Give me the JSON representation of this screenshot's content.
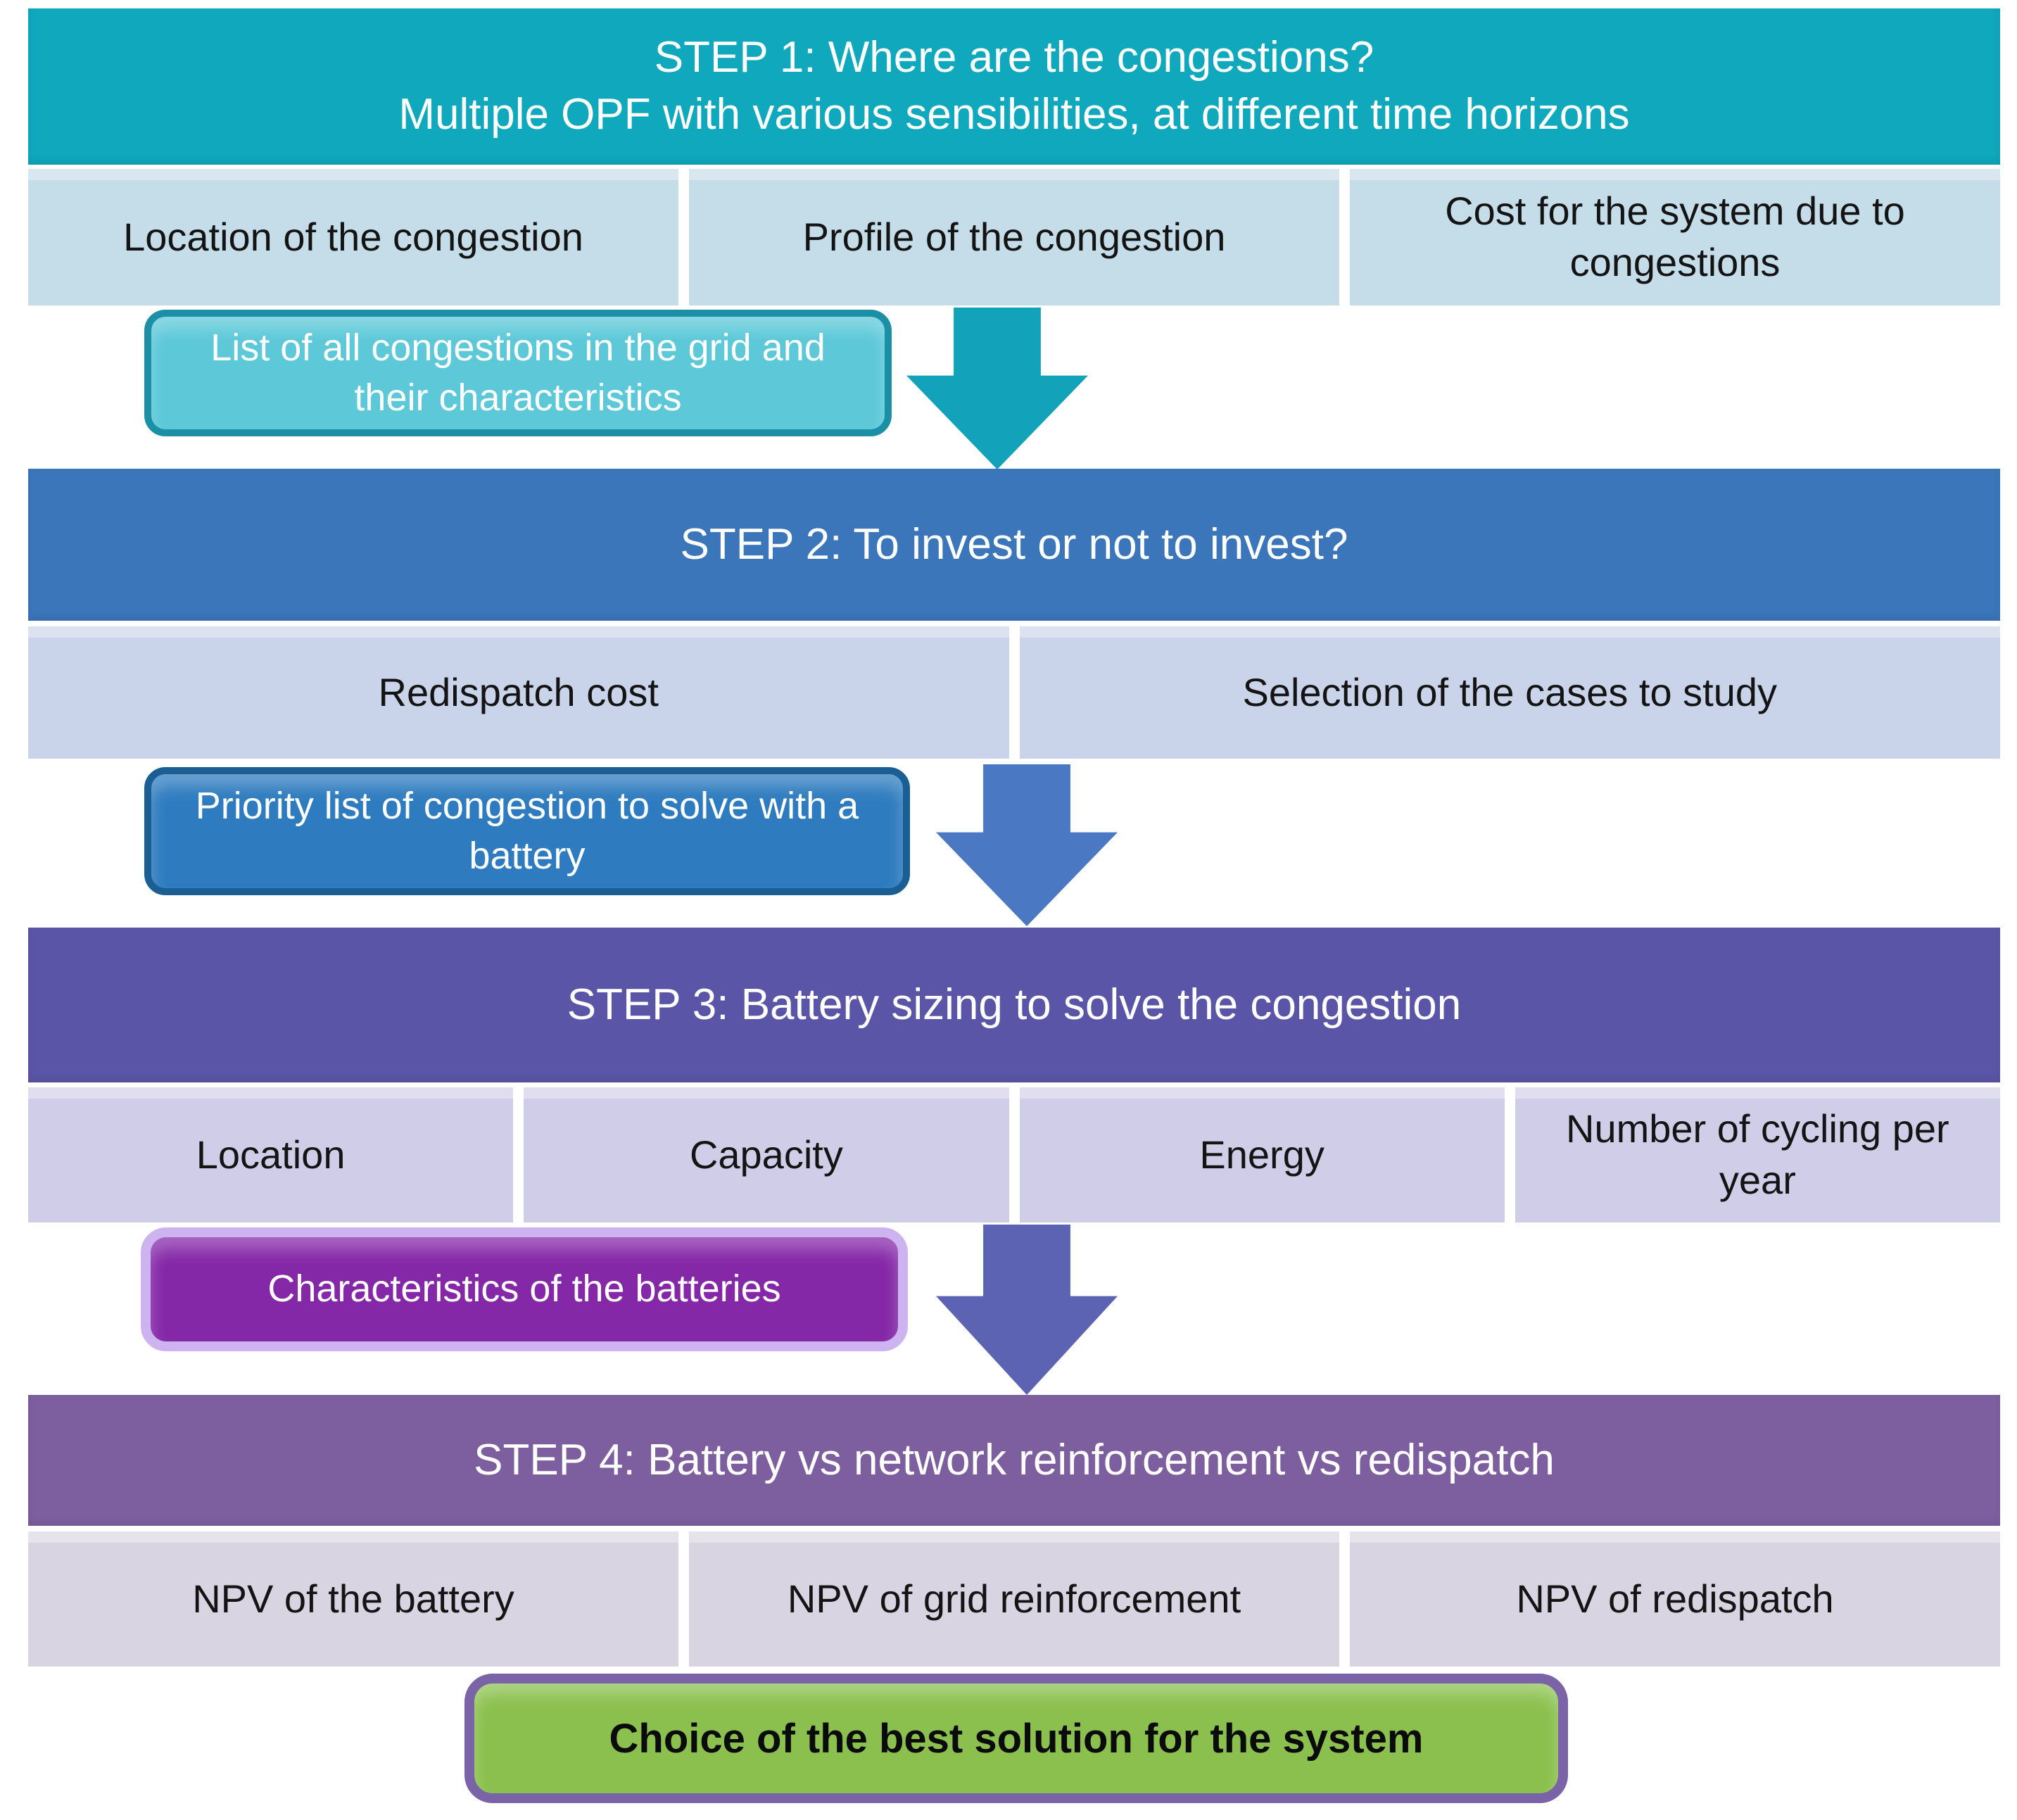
{
  "figure": {
    "type": "flowchart",
    "background": "#ffffff"
  },
  "steps": [
    {
      "title": "STEP 1: Where are the congestions?",
      "subtitle": "Multiple OPF with various sensibilities, at different time horizons",
      "header_color": "#0fa8bd",
      "box_color": "#c5dce9",
      "boxes": [
        "Location of the congestion",
        "Profile of the congestion",
        "Cost for the system due to congestions"
      ],
      "callout": "List of all congestions in the grid and their characteristics",
      "callout_fill": "#5cc8d8",
      "callout_border": "#1b8fa5",
      "arrow_color": "#12a2b9"
    },
    {
      "title": "STEP 2: To invest or not to invest?",
      "header_color": "#3b76bb",
      "box_color": "#c9d3e9",
      "boxes": [
        "Redispatch cost",
        "Selection of the cases to study"
      ],
      "callout": "Priority list of congestion to solve with a battery",
      "callout_fill": "#2e7cbf",
      "callout_border": "#1b5e94",
      "arrow_color": "#4a78c3"
    },
    {
      "title": "STEP 3: Battery sizing to solve the congestion",
      "header_color": "#5b55a7",
      "box_color": "#cfcde7",
      "boxes": [
        "Location",
        "Capacity",
        "Energy",
        "Number of cycling per year"
      ],
      "callout": "Characteristics of the batteries",
      "callout_fill": "#8528a8",
      "callout_border": "#cdb4f0",
      "arrow_color": "#5c63b2"
    },
    {
      "title": "STEP 4: Battery vs network reinforcement vs redispatch",
      "header_color": "#7d5f9f",
      "box_color": "#d9d4e1",
      "boxes": [
        "NPV of the battery",
        "NPV of grid reinforcement",
        "NPV of redispatch"
      ]
    }
  ],
  "final_box": {
    "label": "Choice of the best solution for the system",
    "fill": "#8bc04e",
    "border": "#7b63a8"
  }
}
